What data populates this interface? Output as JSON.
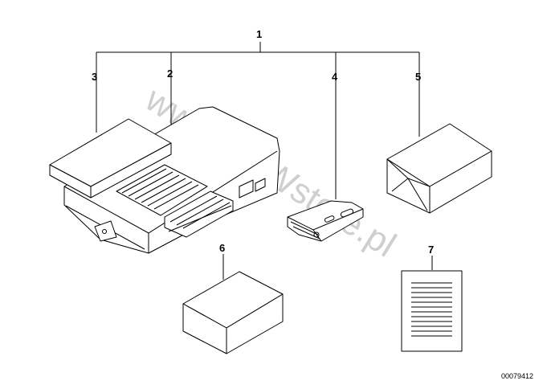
{
  "watermark": "www.BMWstore.pl",
  "document_number": "00079412",
  "callouts": {
    "c1": "1",
    "c2": "2",
    "c3": "3",
    "c4": "4",
    "c5": "5",
    "c6": "6",
    "c7": "7"
  }
}
